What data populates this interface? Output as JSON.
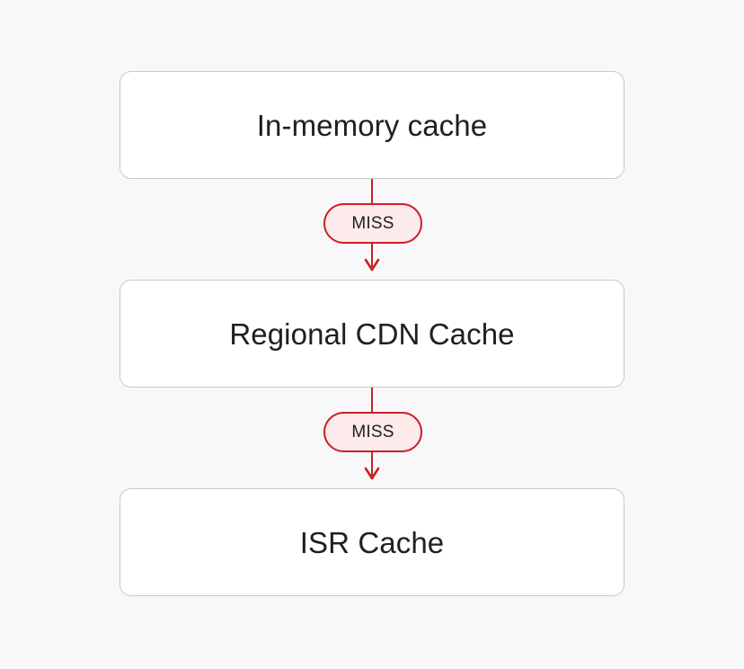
{
  "diagram": {
    "type": "flowchart",
    "direction": "top-to-bottom",
    "background_color": "#f8f8f8",
    "nodes": [
      {
        "id": "in-memory-cache",
        "label": "In-memory cache"
      },
      {
        "id": "regional-cdn-cache",
        "label": "Regional CDN Cache"
      },
      {
        "id": "isr-cache",
        "label": "ISR Cache"
      }
    ],
    "edges": [
      {
        "id": "edge-0",
        "from": "in-memory-cache",
        "to": "regional-cdn-cache",
        "label": "MISS"
      },
      {
        "id": "edge-1",
        "from": "regional-cdn-cache",
        "to": "isr-cache",
        "label": "MISS"
      }
    ],
    "colors": {
      "node_fill": "#ffffff",
      "node_border": "#c9c9c9",
      "node_text": "#1f1f1f",
      "edge_line": "#cb2026",
      "edge_label_fill": "#fdeaea",
      "edge_label_border": "#cb2026",
      "edge_label_text": "#1f1f1f"
    }
  }
}
